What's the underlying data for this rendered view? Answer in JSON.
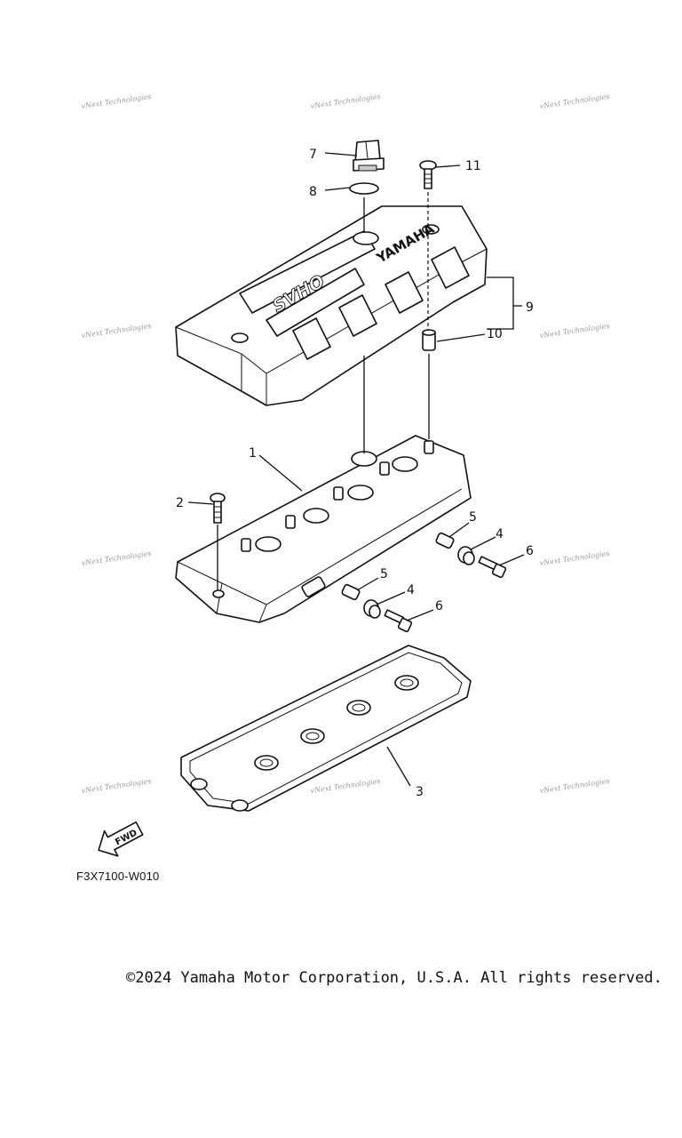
{
  "callouts": [
    "1",
    "2",
    "3",
    "4",
    "4",
    "5",
    "5",
    "6",
    "6",
    "7",
    "8",
    "9",
    "10",
    "11"
  ],
  "cover_brand": "YAMAHA",
  "cover_model": "SVHO",
  "fwd_label": "FWD",
  "watermark": "vNext Technologies",
  "drawing_code": "F3X7100-W010",
  "copyright": "©2024 Yamaha Motor Corporation, U.S.A. All rights reserved."
}
